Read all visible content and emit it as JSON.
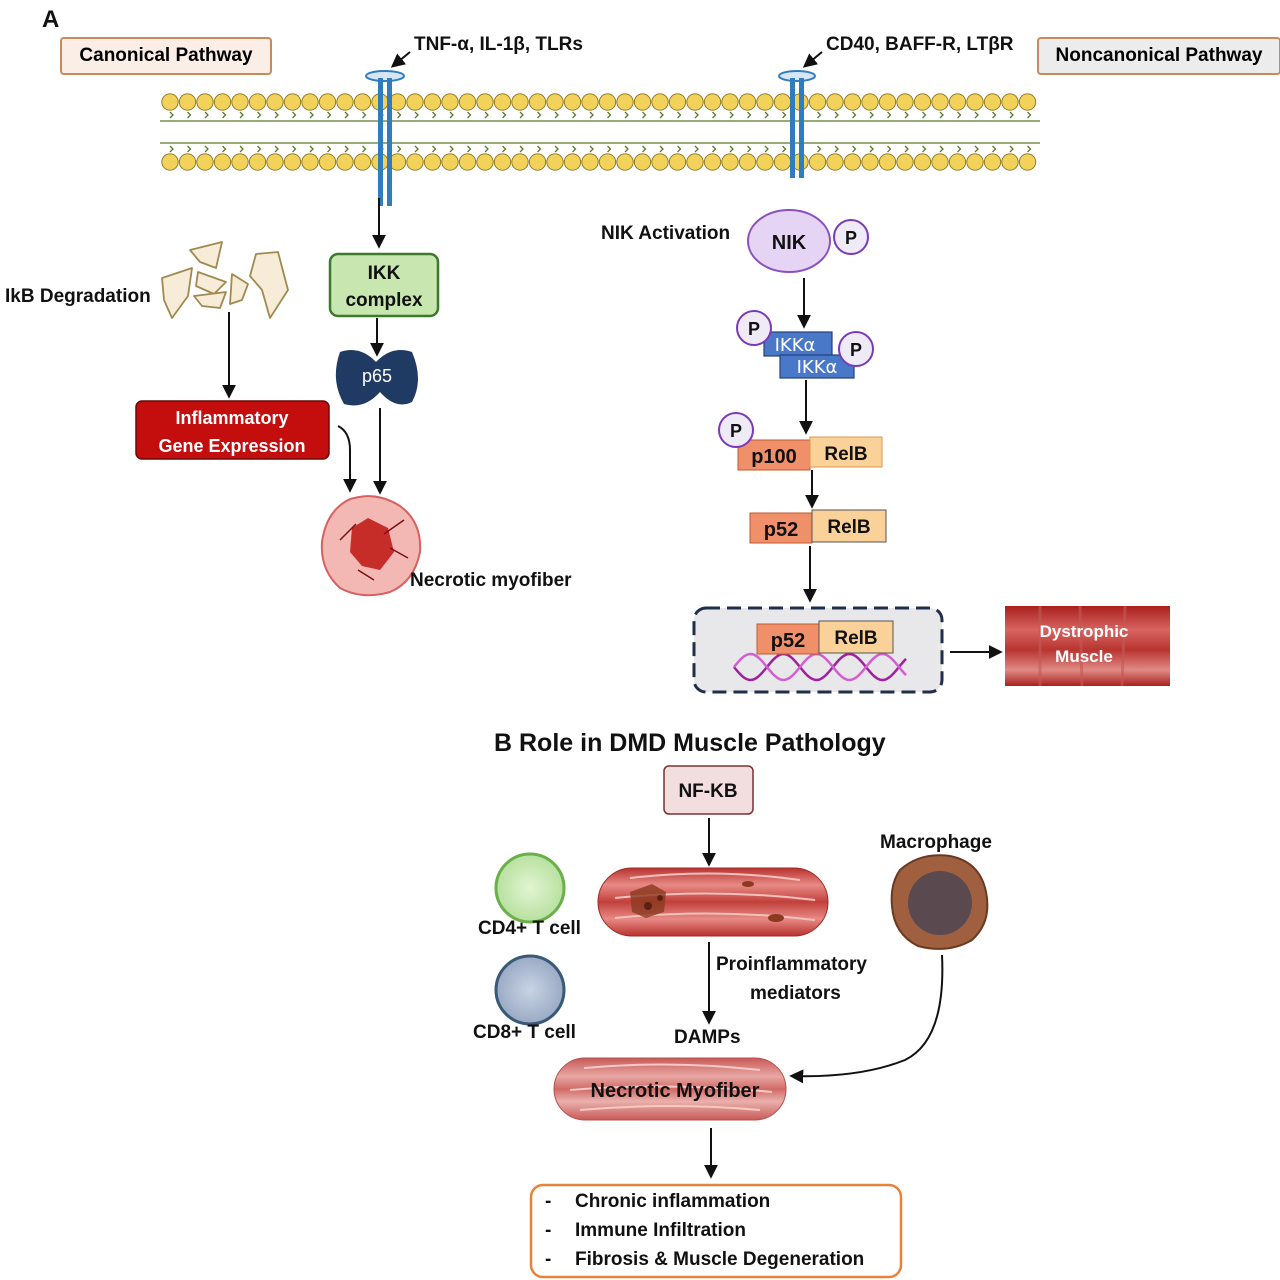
{
  "panel_a": {
    "label": "A",
    "canonical_title": "Canonical Pathway",
    "noncanonical_title": "Noncanonical Pathway",
    "canonical_receptors": "TNF-α, IL-1β, TLRs",
    "noncanonical_receptors": "CD40, BAFF-R, LTβR",
    "ikb_degradation": "IkB Degradation",
    "ikk_line1": "IKK",
    "ikk_line2": "complex",
    "p65": "p65",
    "inflammatory_line1": "Inflammatory",
    "inflammatory_line2": "Gene Expression",
    "necrotic_myofiber": "Necrotic myofiber",
    "nik_activation": "NIK Activation",
    "nik": "NIK",
    "p_label": "P",
    "ikka": "IKKα",
    "p100": "p100",
    "relb": "RelB",
    "p52": "p52",
    "dystrophic_line1": "Dystrophic",
    "dystrophic_line2": "Muscle"
  },
  "panel_b": {
    "title": "B  Role in DMD Muscle Pathology",
    "nfkb": "NF-KB",
    "cd4": "CD4+ T cell",
    "cd8": "CD8+ T cell",
    "macrophage": "Macrophage",
    "proinflammatory_line1": "Proinflammatory",
    "proinflammatory_line2": "mediators",
    "damps": "DAMPs",
    "necrotic_myofiber": "Necrotic Myofiber",
    "outcomes": [
      "Chronic inflammation",
      "Immune Infiltration",
      "Fibrosis & Muscle Degeneration"
    ],
    "outcome_bullet": "-"
  },
  "colors": {
    "membrane_head": "#f2d25a",
    "membrane_tail": "#5a7a2a",
    "receptor": "#2d7dbf",
    "ikk_green": "#c8e6b0",
    "p65_navy": "#1f3a63",
    "inflammatory_red": "#c40d0d",
    "nik_purple": "#e6d4f5",
    "ikka_blue": "#4a78c8",
    "p100_orange": "#f0906a",
    "relb_peach": "#fbd19a",
    "outcome_border": "#e8823a"
  }
}
